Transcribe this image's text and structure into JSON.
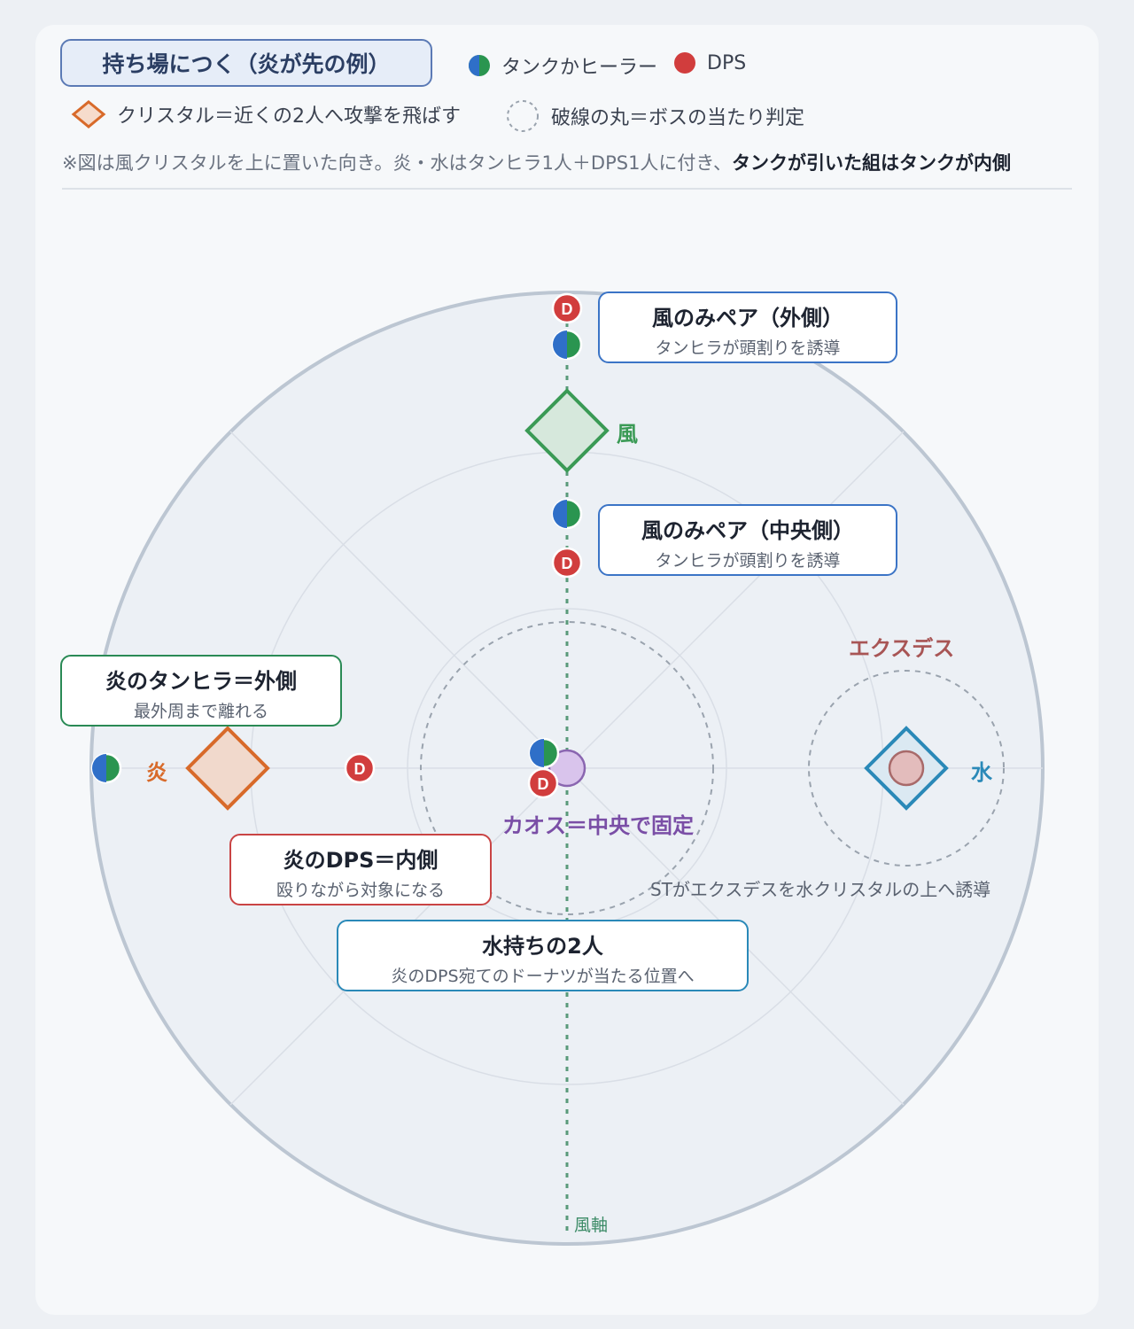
{
  "header": {
    "title": "持ち場につく（炎が先の例）",
    "note_prefix": "※図は風クリスタルを上に置いた向き。炎・水はタンヒラ1人＋DPS1人に付き、",
    "note_bold": "タンクが引いた組はタンクが内側"
  },
  "legend": {
    "tank_healer": "タンクかヒーラー",
    "dps": "DPS",
    "crystal": "クリスタル＝近くの2人へ攻撃を飛ばす",
    "hitbox": "破線の丸＝ボスの当たり判定"
  },
  "diagram": {
    "dps_marker": "D",
    "wind_label": "風",
    "fire_label": "炎",
    "water_label": "水",
    "wind_axis_label": "風軸",
    "exdeath_label": "エクスデス",
    "chaos_label": "カオス＝中央で固定",
    "st_note": "STがエクスデスを水クリスタルの上へ誘導"
  },
  "callouts": {
    "wind_outer": {
      "title": "風のみペア（外側）",
      "sub": "タンヒラが頭割りを誘導"
    },
    "wind_inner": {
      "title": "風のみペア（中央側）",
      "sub": "タンヒラが頭割りを誘導"
    },
    "fire_th": {
      "title": "炎のタンヒラ＝外側",
      "sub": "最外周まで離れる"
    },
    "fire_dps": {
      "title": "炎のDPS＝内側",
      "sub": "殴りながら対象になる"
    },
    "water_pair": {
      "title": "水持ちの2人",
      "sub": "炎のDPS宛てのドーナツが当たる位置へ"
    }
  },
  "colors": {
    "tank_blue": "#2f6fc8",
    "healer_green": "#2a9550",
    "dps_red": "#d13d3d",
    "wind": "#3a9a55",
    "fire": "#d86a2a",
    "water": "#2a89b8",
    "chaos": "#7a4ea6",
    "exdeath": "#a85555"
  }
}
